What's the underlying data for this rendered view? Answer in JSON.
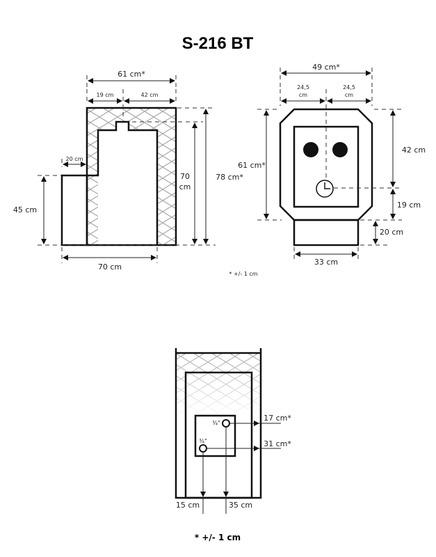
{
  "title": "S-216 BT",
  "side_view": {
    "width_total": "61 cm*",
    "width_left": "19 cm",
    "width_right": "42 cm",
    "step_width": "20 cm",
    "step_height": "45 cm",
    "inner_height_value": "70",
    "inner_height_unit": "cm",
    "total_height": "78 cm*",
    "base_depth": "70 cm"
  },
  "front_view": {
    "width_total": "49 cm*",
    "half_left_value": "24,5",
    "half_left_unit": "cm",
    "half_right_value": "24,5",
    "half_right_unit": "cm",
    "body_height": "61 cm*",
    "upper_height": "42 cm",
    "lower_height": "19 cm",
    "base_height": "20 cm",
    "base_width": "33 cm"
  },
  "tolerance_note": "* +/- 1 cm",
  "rear_view": {
    "pipe_top_size": "¾\"",
    "pipe_bottom_size": "¾\"",
    "pipe_top_height": "17 cm*",
    "pipe_bottom_height": "31 cm*",
    "pipe_left_offset": "15 cm",
    "pipe_right_offset": "35 cm"
  },
  "footer_note": "* +/- 1 cm"
}
